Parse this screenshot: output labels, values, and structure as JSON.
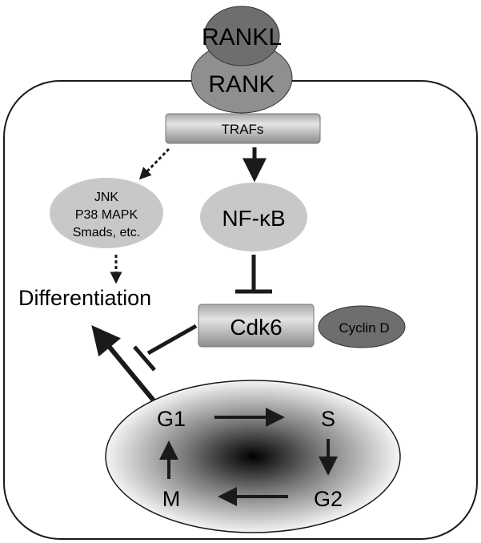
{
  "diagram": {
    "receptor": {
      "ligand": "RANKL",
      "receptor": "RANK"
    },
    "adaptor": "TRAFs",
    "side_pathway": {
      "line1": "JNK",
      "line2": "P38 MAPK",
      "line3": "Smads, etc."
    },
    "transcription_factor": "NF-κB",
    "outcome": "Differentiation",
    "kinase": "Cdk6",
    "cyclin": "Cyclin D",
    "cell_cycle": {
      "g1": "G1",
      "s": "S",
      "g2": "G2",
      "m": "M"
    }
  },
  "colors": {
    "node_fill": "#c8c8c8",
    "dark_node_fill": "#6e6e6e",
    "stroke": "#1a1a1a",
    "background": "#ffffff"
  }
}
